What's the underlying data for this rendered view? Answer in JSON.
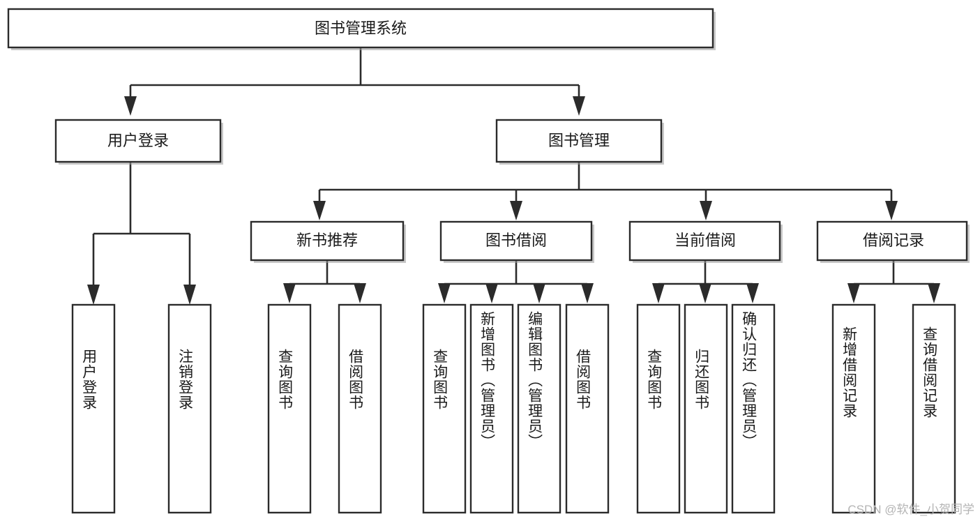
{
  "diagram": {
    "type": "tree",
    "title": "图书管理系统",
    "root": {
      "label": "图书管理系统",
      "orientation": "horizontal"
    },
    "level2": [
      {
        "label": "用户登录",
        "orientation": "horizontal"
      },
      {
        "label": "图书管理",
        "orientation": "horizontal"
      }
    ],
    "level3": [
      {
        "label": "新书推荐",
        "orientation": "horizontal"
      },
      {
        "label": "图书借阅",
        "orientation": "horizontal"
      },
      {
        "label": "当前借阅",
        "orientation": "horizontal"
      },
      {
        "label": "借阅记录",
        "orientation": "horizontal"
      }
    ],
    "leaves": {
      "user_login": [
        {
          "label": "用户登录",
          "orientation": "vertical"
        },
        {
          "label": "注销登录",
          "orientation": "vertical"
        }
      ],
      "new_book_recommend": [
        {
          "label": "查询图书",
          "orientation": "vertical"
        },
        {
          "label": "借阅图书",
          "orientation": "vertical"
        }
      ],
      "book_borrow": [
        {
          "label": "查询图书",
          "orientation": "vertical"
        },
        {
          "label": "新增图书（管理员）",
          "orientation": "vertical"
        },
        {
          "label": "编辑图书（管理员）",
          "orientation": "vertical"
        },
        {
          "label": "借阅图书",
          "orientation": "vertical"
        }
      ],
      "current_borrow": [
        {
          "label": "查询图书",
          "orientation": "vertical"
        },
        {
          "label": "归还图书",
          "orientation": "vertical"
        },
        {
          "label": "确认归还（管理员）",
          "orientation": "vertical"
        }
      ],
      "borrow_record": [
        {
          "label": "新增借阅记录",
          "orientation": "vertical"
        },
        {
          "label": "查询借阅记录",
          "orientation": "vertical"
        }
      ]
    },
    "colors": {
      "box_stroke": "#2b2b2b",
      "box_fill": "#ffffff",
      "connector": "#2b2b2b",
      "text": "#1a1a1a",
      "background": "#ffffff",
      "watermark": "#b4b4b4"
    }
  },
  "watermark": {
    "text": "CSDN @软件_小贺同学"
  }
}
